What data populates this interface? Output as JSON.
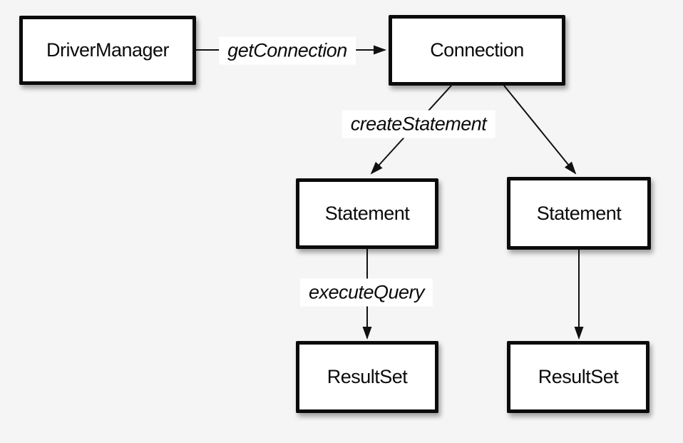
{
  "diagram": {
    "background_color": "#f5f5f6",
    "box_fill_color": "#ffffff",
    "box_border_color": "#0b0b0b",
    "line_color": "#111111",
    "nodes": [
      {
        "id": "driver-manager",
        "label": "DriverManager"
      },
      {
        "id": "connection",
        "label": "Connection"
      },
      {
        "id": "statement-left",
        "label": "Statement"
      },
      {
        "id": "statement-right",
        "label": "Statement"
      },
      {
        "id": "resultset-left",
        "label": "ResultSet"
      },
      {
        "id": "resultset-right",
        "label": "ResultSet"
      }
    ],
    "edge_labels": [
      {
        "id": "get-connection",
        "label": "getConnection"
      },
      {
        "id": "create-statement",
        "label": "createStatement"
      },
      {
        "id": "execute-query",
        "label": "executeQuery"
      }
    ]
  }
}
